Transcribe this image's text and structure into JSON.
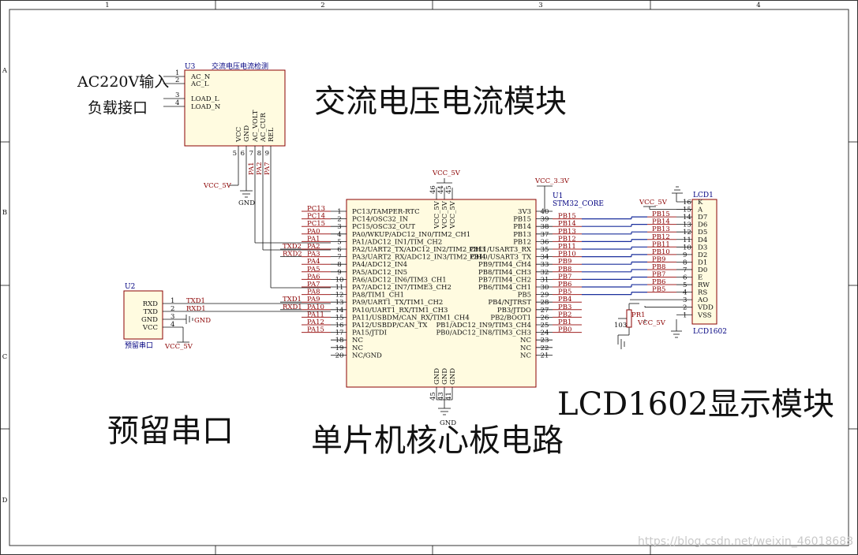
{
  "frame": {
    "col_labels": [
      "1",
      "2",
      "3",
      "4"
    ],
    "row_labels": [
      "A",
      "B",
      "C",
      "D"
    ]
  },
  "titles": {
    "ac_module": "交流电压电流模块",
    "core_board": "单片机核心板电路",
    "lcd_module": "LCD1602显示模块",
    "serial_reserved": "预留串口",
    "ac_input": "AC220V输入",
    "load_port": "负载接口"
  },
  "u3": {
    "ref": "U3",
    "name": "交流电压电流检测",
    "left_pins": [
      {
        "num": "1",
        "name": "AC_N"
      },
      {
        "num": "2",
        "name": "AC_L"
      },
      {
        "num": "3",
        "name": "LOAD_L"
      },
      {
        "num": "4",
        "name": "LOAD_N"
      }
    ],
    "bottom_pins": [
      {
        "num": "5",
        "name": "VCC"
      },
      {
        "num": "6",
        "name": "GND"
      },
      {
        "num": "7",
        "name": "AC_VOLT"
      },
      {
        "num": "8",
        "name": "AC_CUR"
      },
      {
        "num": "9",
        "name": "REL"
      }
    ],
    "nets": [
      "PA1",
      "PA2",
      "PA7"
    ],
    "vcc": "VCC_5V",
    "gnd": "GND"
  },
  "u1": {
    "ref": "U1",
    "name": "STM32_CORE",
    "vcc33": "VCC_3.3V",
    "vcc5": "VCC_5V",
    "gnd": "GND",
    "top_pins": [
      "46",
      "44",
      "45"
    ],
    "top_names": [
      "VCC_5V",
      "VCC_5V",
      "VCC_5V"
    ],
    "bottom_pins": [
      "45",
      "43",
      "41"
    ],
    "bottom_names": [
      "GND",
      "GND",
      "GND"
    ],
    "left_pins": [
      {
        "num": "1",
        "name": "PC13/TAMPER-RTC",
        "net": "PC13"
      },
      {
        "num": "2",
        "name": "PC14/OSC32_IN",
        "net": "PC14"
      },
      {
        "num": "3",
        "name": "PC15/OSC32_OUT",
        "net": "PC15"
      },
      {
        "num": "4",
        "name": "PA0/WKUP/ADC12_IN0/TIM2_CH1",
        "net": "PA0"
      },
      {
        "num": "5",
        "name": "PA1/ADC12_IN1/TIM_CH2",
        "net": "PA1"
      },
      {
        "num": "6",
        "name": "PA2/UART2_TX/ADC12_IN2/TIM2_CH3",
        "net": "PA2",
        "ext": "TXD2"
      },
      {
        "num": "7",
        "name": "PA3/UART2_RX/ADC12_IN3/TIM2_CH4",
        "net": "PA3",
        "ext": "RXD2"
      },
      {
        "num": "8",
        "name": "PA4/ADC12_IN4",
        "net": "PA4"
      },
      {
        "num": "9",
        "name": "PA5/ADC12_IN5",
        "net": "PA5"
      },
      {
        "num": "10",
        "name": "PA6/ADC12_IN6/TIM3_CH1",
        "net": "PA6"
      },
      {
        "num": "11",
        "name": "PA7/ADC12_IN7/TIME3_CH2",
        "net": "PA7"
      },
      {
        "num": "12",
        "name": "PA8/TIM1_CH1",
        "net": "PA8"
      },
      {
        "num": "13",
        "name": "PA9/UART1_TX/TIM1_CH2",
        "net": "PA9",
        "ext": "TXD1"
      },
      {
        "num": "14",
        "name": "PA10/UART1_RX/TIM1_CH3",
        "net": "PA10",
        "ext": "RXD1"
      },
      {
        "num": "15",
        "name": "PA11/USBDM/CAN_RX/TIM1_CH4",
        "net": "PA11"
      },
      {
        "num": "16",
        "name": "PA12/USBDP/CAN_TX",
        "net": "PA12"
      },
      {
        "num": "17",
        "name": "PA15/JTDI",
        "net": "PA15"
      },
      {
        "num": "18",
        "name": "NC",
        "net": ""
      },
      {
        "num": "19",
        "name": "NC",
        "net": ""
      },
      {
        "num": "20",
        "name": "NC/GND",
        "net": ""
      }
    ],
    "right_pins": [
      {
        "num": "40",
        "name": "3V3",
        "net": ""
      },
      {
        "num": "39",
        "name": "PB15",
        "net": "PB15"
      },
      {
        "num": "38",
        "name": "PB14",
        "net": "PB14"
      },
      {
        "num": "37",
        "name": "PB13",
        "net": "PB13"
      },
      {
        "num": "36",
        "name": "PB12",
        "net": "PB12"
      },
      {
        "num": "35",
        "name": "PB11/USART3_RX",
        "net": "PB11"
      },
      {
        "num": "34",
        "name": "PB10/USART3_TX",
        "net": "PB10"
      },
      {
        "num": "33",
        "name": "PB9/TIM4_CH4",
        "net": "PB9"
      },
      {
        "num": "32",
        "name": "PB8/TIM4_CH3",
        "net": "PB8"
      },
      {
        "num": "31",
        "name": "PB7/TIM4_CH2",
        "net": "PB7"
      },
      {
        "num": "30",
        "name": "PB6/TIM4_CH1",
        "net": "PB6"
      },
      {
        "num": "29",
        "name": "PB5",
        "net": "PB5"
      },
      {
        "num": "28",
        "name": "PB4/NJTRST",
        "net": "PB4"
      },
      {
        "num": "27",
        "name": "PB3/JTDO",
        "net": "PB3"
      },
      {
        "num": "26",
        "name": "PB2/BOOT1",
        "net": "PB2"
      },
      {
        "num": "25",
        "name": "PB1/ADC12_IN9/TIM3_CH4",
        "net": "PB1"
      },
      {
        "num": "24",
        "name": "PB0/ADC12_IN8/TIM3_CH3",
        "net": "PB0"
      },
      {
        "num": "23",
        "name": "NC",
        "net": ""
      },
      {
        "num": "22",
        "name": "NC",
        "net": ""
      },
      {
        "num": "21",
        "name": "NC",
        "net": ""
      }
    ]
  },
  "u2": {
    "ref": "U2",
    "name": "预留串口",
    "pins": [
      {
        "num": "1",
        "name": "RXD",
        "net": "TXD1"
      },
      {
        "num": "2",
        "name": "TXD",
        "net": "RXD1"
      },
      {
        "num": "3",
        "name": "GND",
        "net": "GND"
      },
      {
        "num": "4",
        "name": "VCC",
        "net": ""
      }
    ],
    "vcc": "VCC_5V"
  },
  "lcd": {
    "ref": "LCD1",
    "name": "LCD1602",
    "vcc": "VCC_5V",
    "pins": [
      {
        "num": "16",
        "name": "K",
        "net": ""
      },
      {
        "num": "15",
        "name": "A",
        "net": ""
      },
      {
        "num": "14",
        "name": "D7",
        "net": "PB15"
      },
      {
        "num": "13",
        "name": "D6",
        "net": "PB14"
      },
      {
        "num": "12",
        "name": "D5",
        "net": "PB13"
      },
      {
        "num": "11",
        "name": "D4",
        "net": "PB12"
      },
      {
        "num": "10",
        "name": "D3",
        "net": "PB11"
      },
      {
        "num": "9",
        "name": "D2",
        "net": "PB10"
      },
      {
        "num": "8",
        "name": "D1",
        "net": "PB9"
      },
      {
        "num": "7",
        "name": "D0",
        "net": "PB8"
      },
      {
        "num": "6",
        "name": "E",
        "net": "PB7"
      },
      {
        "num": "5",
        "name": "RW",
        "net": "PB6"
      },
      {
        "num": "4",
        "name": "RS",
        "net": "PB5"
      },
      {
        "num": "3",
        "name": "AO",
        "net": ""
      },
      {
        "num": "2",
        "name": "VDD",
        "net": ""
      },
      {
        "num": "1",
        "name": "VSS",
        "net": ""
      }
    ]
  },
  "pot": {
    "ref": "PR1",
    "value": "103",
    "vcc": "VCC_5V"
  },
  "watermark": "https://blog.csdn.net/weixin_46018688"
}
